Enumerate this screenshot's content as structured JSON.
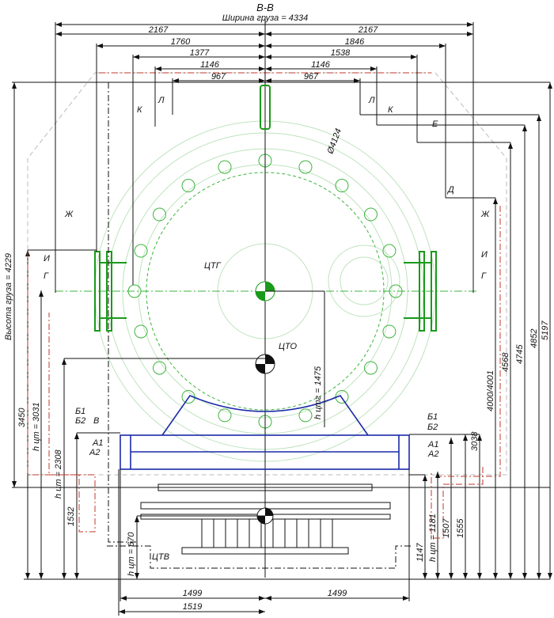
{
  "title": "В-В",
  "width_label": "Ширина груза = 4334",
  "height_label": "Высота груза = 4229",
  "diameter": "Ø4124",
  "top_dims": {
    "left_2167": "2167",
    "right_2167": "2167",
    "left_1760": "1760",
    "right_1846": "1846",
    "left_1377": "1377",
    "right_1538": "1538",
    "left_1146": "1146",
    "right_1146": "1146",
    "left_967": "967",
    "right_967": "967"
  },
  "bottom_dims": {
    "d1499_left": "1499",
    "d1499_right": "1499",
    "d1519": "1519"
  },
  "left_dims": {
    "d3450": "3450",
    "h3031": "h цт = 3031",
    "h2308": "h цт = 2308",
    "d1532": "1532",
    "h670": "h цт = 670"
  },
  "right_dims": {
    "d1147": "1147",
    "h1181": "h цт = 1181",
    "d1507": "1507",
    "d1555": "1555",
    "d3038": "3038",
    "d4000": "4000/4001",
    "d4568": "4568",
    "d4745": "4745",
    "d4852": "4852",
    "d5197": "5197"
  },
  "center_labels": {
    "ctg": "ЦТГ",
    "cto": "ЦТО",
    "ctv": "ЦТВ",
    "h_ctg": "h цтг = 1475"
  },
  "markers": {
    "K": "К",
    "L": "Л",
    "E": "Е",
    "D": "Д",
    "Zh": "Ж",
    "I": "И",
    "G": "Г",
    "B1": "Б1",
    "B2": "Б2",
    "V": "В",
    "A1": "А1",
    "A2": "А2"
  }
}
